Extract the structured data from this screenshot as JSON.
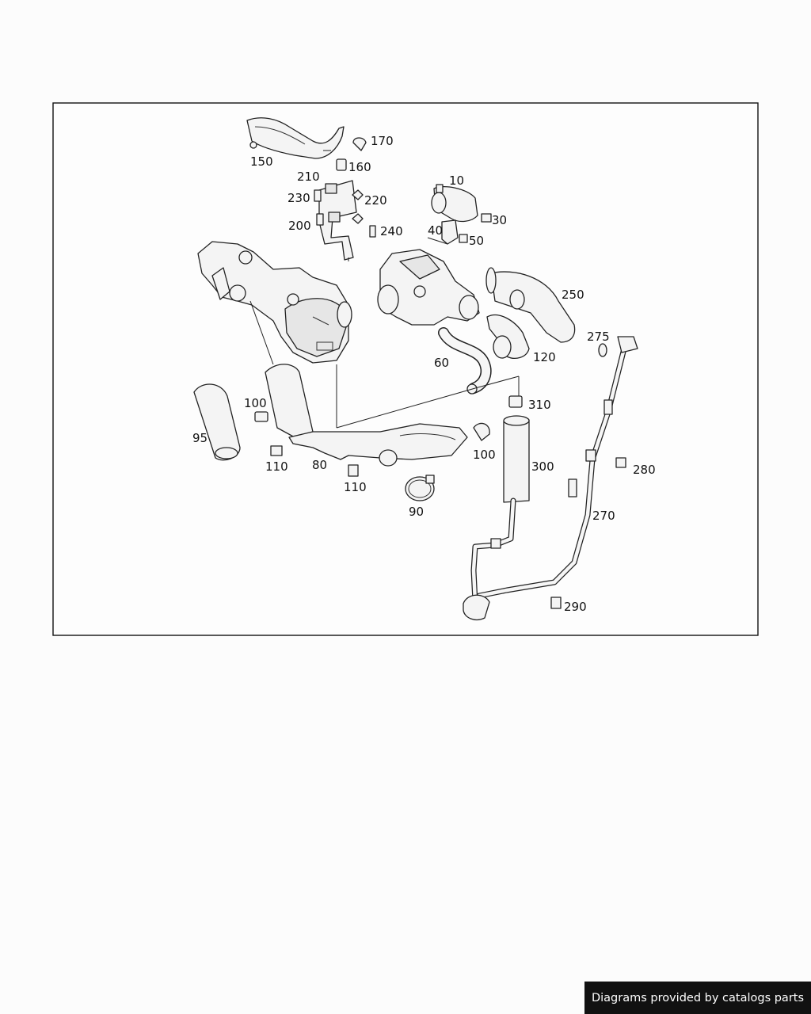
{
  "diagram": {
    "callouts": [
      {
        "id": "c150",
        "label": "150"
      },
      {
        "id": "c170",
        "label": "170"
      },
      {
        "id": "c160",
        "label": "160"
      },
      {
        "id": "c210",
        "label": "210"
      },
      {
        "id": "c230",
        "label": "230"
      },
      {
        "id": "c220",
        "label": "220"
      },
      {
        "id": "c200",
        "label": "200"
      },
      {
        "id": "c240",
        "label": "240"
      },
      {
        "id": "c10",
        "label": "10"
      },
      {
        "id": "c30",
        "label": "30"
      },
      {
        "id": "c40",
        "label": "40"
      },
      {
        "id": "c50",
        "label": "50"
      },
      {
        "id": "c250",
        "label": "250"
      },
      {
        "id": "c275",
        "label": "275"
      },
      {
        "id": "c60",
        "label": "60"
      },
      {
        "id": "c120",
        "label": "120"
      },
      {
        "id": "c310",
        "label": "310"
      },
      {
        "id": "c100a",
        "label": "100"
      },
      {
        "id": "c95",
        "label": "95"
      },
      {
        "id": "c110a",
        "label": "110"
      },
      {
        "id": "c80",
        "label": "80"
      },
      {
        "id": "c110b",
        "label": "110"
      },
      {
        "id": "c100b",
        "label": "100"
      },
      {
        "id": "c300",
        "label": "300"
      },
      {
        "id": "c90",
        "label": "90"
      },
      {
        "id": "c280",
        "label": "280"
      },
      {
        "id": "c270",
        "label": "270"
      },
      {
        "id": "c290",
        "label": "290"
      }
    ]
  },
  "footer": {
    "text": "Diagrams provided by catalogs parts"
  }
}
